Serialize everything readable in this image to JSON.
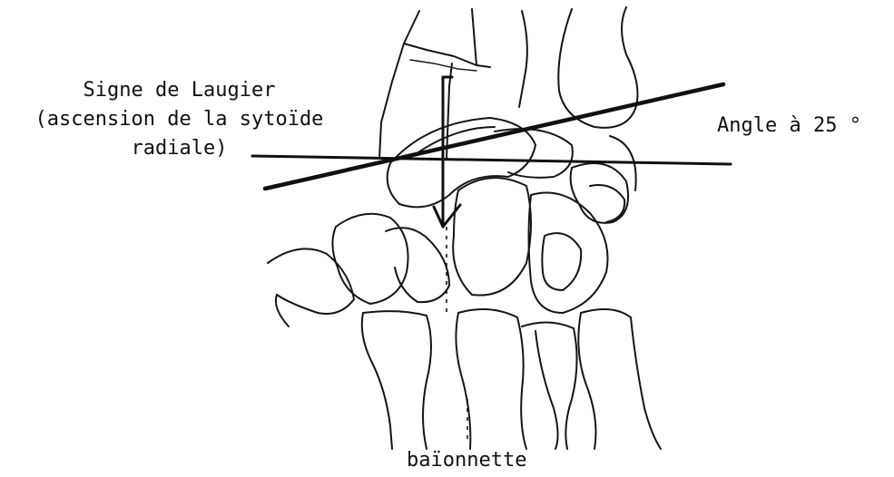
{
  "labels": {
    "laugier_line1": "Signe de Laugier",
    "laugier_line2": "(ascension de la sytoïde",
    "laugier_line3": "radiale)",
    "angle": "Angle à 25 °",
    "baionnette": "baïonnette"
  },
  "annotations": {
    "tilt_angle_deg": 25
  }
}
